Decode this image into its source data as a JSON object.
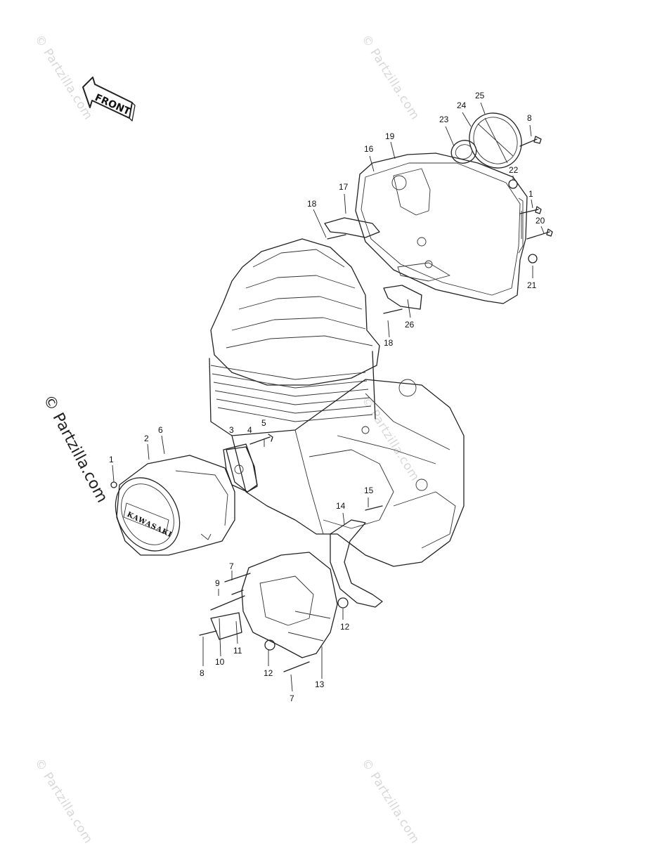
{
  "diagram": {
    "front_label": "FRONT",
    "cover_brand": "KAWASAKI",
    "watermark": "© Partzilla.com",
    "watermark_side": "© Partzilla.com",
    "callouts": [
      {
        "id": "c1a",
        "label": "1"
      },
      {
        "id": "c2",
        "label": "2"
      },
      {
        "id": "c6",
        "label": "6"
      },
      {
        "id": "c3",
        "label": "3"
      },
      {
        "id": "c4",
        "label": "4"
      },
      {
        "id": "c5",
        "label": "5"
      },
      {
        "id": "c7a",
        "label": "7"
      },
      {
        "id": "c9",
        "label": "9"
      },
      {
        "id": "c8a",
        "label": "8"
      },
      {
        "id": "c10",
        "label": "10"
      },
      {
        "id": "c11",
        "label": "11"
      },
      {
        "id": "c12a",
        "label": "12"
      },
      {
        "id": "c12b",
        "label": "12"
      },
      {
        "id": "c7b",
        "label": "7"
      },
      {
        "id": "c13",
        "label": "13"
      },
      {
        "id": "c14",
        "label": "14"
      },
      {
        "id": "c15",
        "label": "15"
      },
      {
        "id": "c16",
        "label": "16"
      },
      {
        "id": "c17",
        "label": "17"
      },
      {
        "id": "c18a",
        "label": "18"
      },
      {
        "id": "c18b",
        "label": "18"
      },
      {
        "id": "c19",
        "label": "19"
      },
      {
        "id": "c20",
        "label": "20"
      },
      {
        "id": "c21",
        "label": "21"
      },
      {
        "id": "c22",
        "label": "22"
      },
      {
        "id": "c23",
        "label": "23"
      },
      {
        "id": "c24",
        "label": "24"
      },
      {
        "id": "c25",
        "label": "25"
      },
      {
        "id": "c8b",
        "label": "8"
      },
      {
        "id": "c1b",
        "label": "1"
      },
      {
        "id": "c26",
        "label": "26"
      }
    ]
  }
}
